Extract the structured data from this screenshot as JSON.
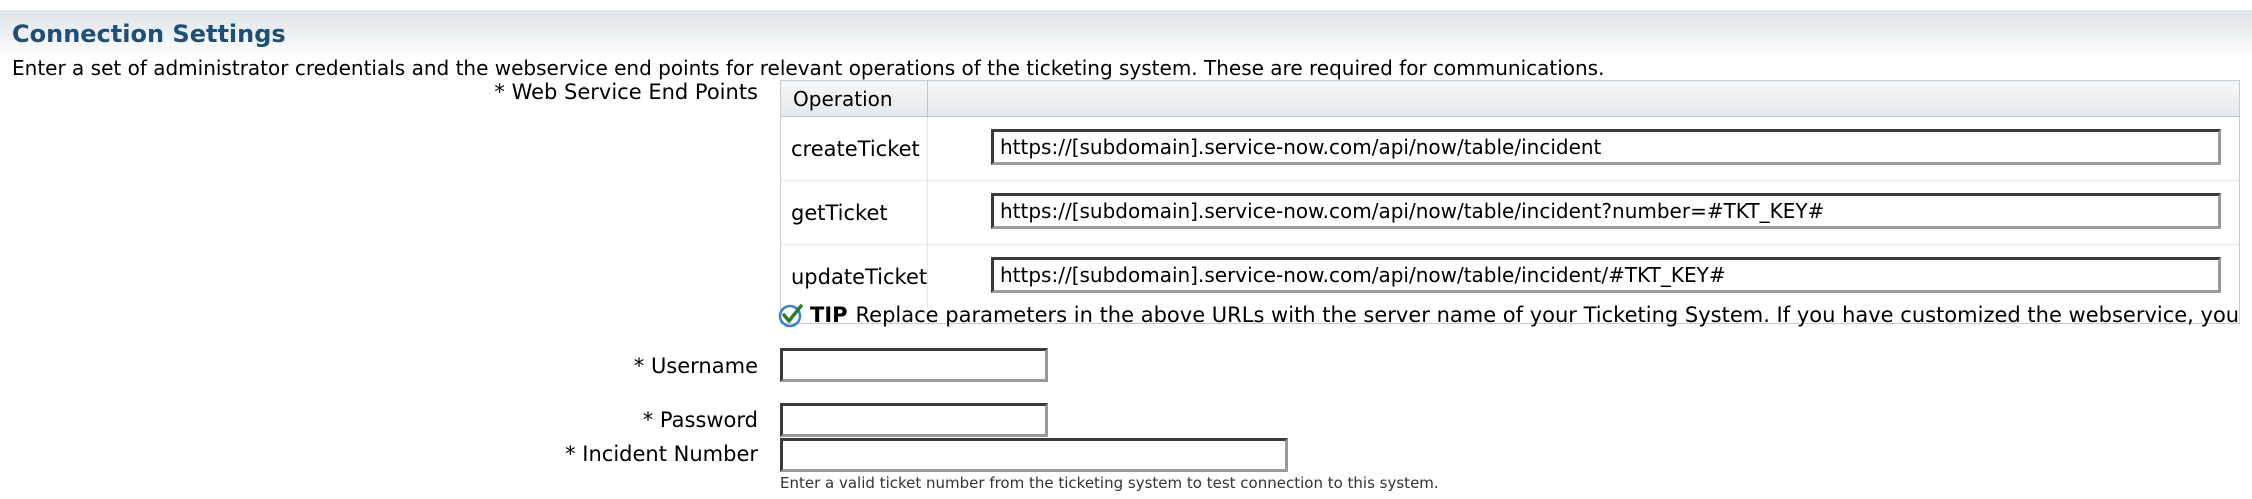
{
  "section": {
    "title": "Connection Settings",
    "description": "Enter a set of administrator credentials and the webservice end points for relevant operations of the ticketing system. These are required for communications."
  },
  "endpoints": {
    "label": "* Web Service End Points",
    "header": {
      "operation": "Operation",
      "url": ""
    },
    "rows": [
      {
        "operation": "createTicket",
        "url": "https://[subdomain].service-now.com/api/now/table/incident"
      },
      {
        "operation": "getTicket",
        "url": "https://[subdomain].service-now.com/api/now/table/incident?number=#TKT_KEY#"
      },
      {
        "operation": "updateTicket",
        "url": "https://[subdomain].service-now.com/api/now/table/incident/#TKT_KEY#"
      }
    ]
  },
  "tip": {
    "icon": "checkmark-icon",
    "label": "TIP",
    "text": "Replace parameters in the above URLs with the server name of your Ticketing System. If you have customized the webservice, you"
  },
  "username": {
    "label": "* Username",
    "value": ""
  },
  "password": {
    "label": "* Password",
    "value": ""
  },
  "incident": {
    "label": "* Incident Number",
    "value": "",
    "hint": "Enter a valid ticket number from the ticketing system to test connection to this system."
  },
  "colors": {
    "title": "#1f4f73",
    "tip_check": "#2e7d32",
    "tip_circle": "#3b82c4"
  }
}
